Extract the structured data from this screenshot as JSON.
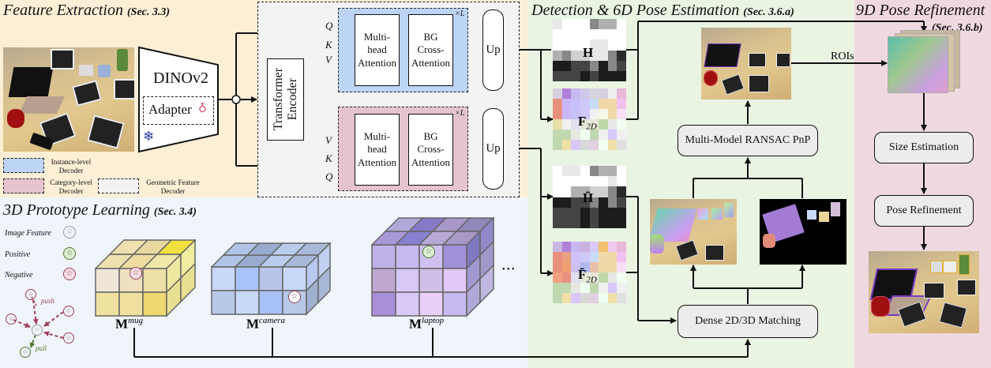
{
  "sections": {
    "feature_extraction": {
      "title": "Feature Extraction",
      "sec": "(Sec. 3.3)",
      "bg": "#fcefd6"
    },
    "prototype_learning": {
      "title": "3D Prototype Learning",
      "sec": "(Sec. 3.4)",
      "bg": "#f0f4fb"
    },
    "detection": {
      "title": "Detection & 6D Pose Estimation",
      "sec": "(Sec. 3.6.a)",
      "bg": "#eaf4e2"
    },
    "refinement": {
      "title": "9D Pose Refinement",
      "sec": "(Sec. 3.6.b)",
      "bg": "#f0d8e0"
    }
  },
  "backbone": {
    "name": "DINOv2",
    "adapter": "Adapter",
    "frozen_icon": "snowflake-icon",
    "trainable_icon": "flame-icon"
  },
  "encoder": {
    "label": "Transformer Encoder"
  },
  "decoders": {
    "instance": {
      "mha": "Multi-head Attention",
      "bg_attn": "BG Cross-Attention",
      "repeat": "×L",
      "inputs": [
        "Q",
        "K",
        "V"
      ],
      "color": "#bcd4f5"
    },
    "category": {
      "mha": "Multi-head Attention",
      "bg_attn": "BG Cross-Attention",
      "repeat": "×L",
      "inputs": [
        "V",
        "K",
        "Q"
      ],
      "color": "#e6c4cf"
    },
    "up_label": "Up"
  },
  "legend": {
    "instance": "Instance-level Decoder",
    "category": "Category-level Decoder",
    "geometric": "Geometric Feature Decoder"
  },
  "prototype_legend": {
    "image_feature": "Image Feature",
    "positive": "Positive",
    "negative": "Negative",
    "push": "push",
    "pull": "pull"
  },
  "prototypes": [
    {
      "label": "M",
      "sup": "mug"
    },
    {
      "label": "M",
      "sup": "camera"
    },
    {
      "label": "M",
      "sup": "laptop"
    }
  ],
  "ellipsis": "• • •",
  "maps": {
    "h": "H",
    "f2d": "F",
    "f2d_sub": "2D",
    "h_bar": "H̄",
    "f2d_bar": "F̄"
  },
  "detection": {
    "ransac": "Multi-Model RANSAC PnP",
    "matching": "Dense 2D/3D Matching",
    "rois": "ROIs"
  },
  "refinement": {
    "size": "Size Estimation",
    "pose": "Pose Refinement"
  }
}
